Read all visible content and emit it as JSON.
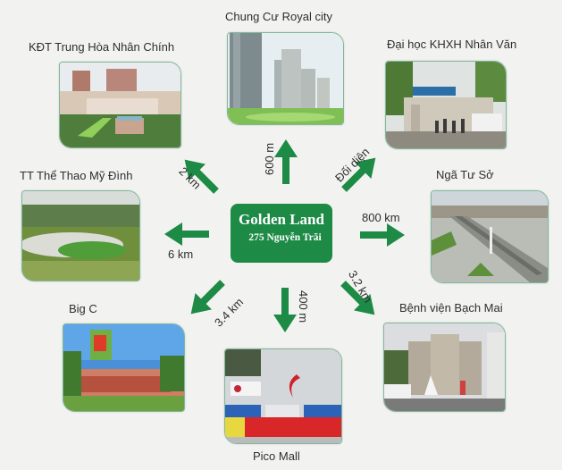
{
  "center": {
    "title": "Golden Land",
    "address": "275 Nguyễn Trãi",
    "color": "#1d8a46"
  },
  "arrow_color": "#1d8a46",
  "locations": [
    {
      "name": "KĐT Trung Hòa Nhân Chính",
      "distance": "2 km",
      "direction": "northwest"
    },
    {
      "name": "Chung Cư Royal city",
      "distance": "600 m",
      "direction": "north"
    },
    {
      "name": "Đại học KHXH Nhân Văn",
      "distance": "Đối diện",
      "direction": "northeast"
    },
    {
      "name": "TT Thể Thao Mỹ Đình",
      "distance": "6 km",
      "direction": "west"
    },
    {
      "name": "Ngã Tư Sở",
      "distance": "800 km",
      "direction": "east"
    },
    {
      "name": "Big C",
      "distance": "3.4 km",
      "direction": "southwest"
    },
    {
      "name": "Pico Mall",
      "distance": "400 m",
      "direction": "south"
    },
    {
      "name": "Bệnh viện Bạch Mai",
      "distance": "3.2 km",
      "direction": "southeast"
    }
  ]
}
